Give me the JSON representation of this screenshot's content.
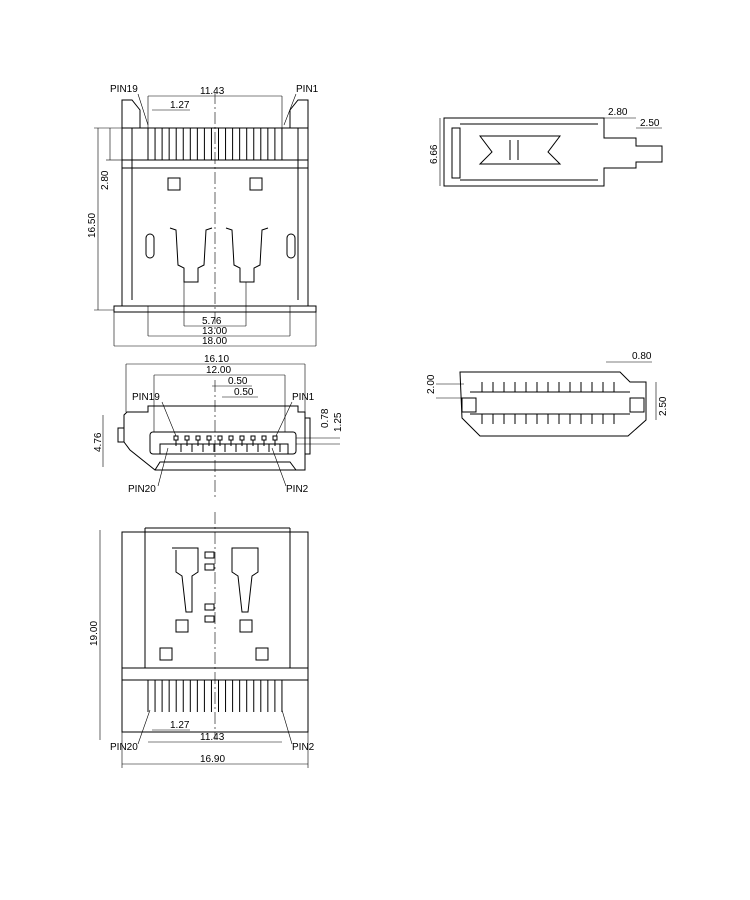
{
  "top_view": {
    "pin_left": "PIN19",
    "pin_right": "PIN1",
    "dim_pin_span": "11.43",
    "dim_pitch": "1.27",
    "dim_height_total": "16.50",
    "dim_pin_zone": "2.80",
    "dim_inner": "5.76",
    "dim_mid": "13.00",
    "dim_overall": "18.00"
  },
  "front_view": {
    "pin_top_left": "PIN19",
    "pin_top_right": "PIN1",
    "pin_bottom_left": "PIN20",
    "pin_bottom_right": "PIN2",
    "dim_width": "16.10",
    "dim_opening": "12.00",
    "dim_pin_width": "0.50",
    "dim_pin_gap": "0.50",
    "dim_height": "4.76",
    "dim_offset_a": "0.78",
    "dim_offset_b": "1.25"
  },
  "bottom_view": {
    "pin_left": "PIN20",
    "pin_right": "PIN2",
    "dim_length": "19.00",
    "dim_pitch": "1.27",
    "dim_pin_span": "11.43",
    "dim_width": "16.90"
  },
  "side_view": {
    "dim_height": "6.66",
    "dim_tail": "2.80",
    "dim_tail_h": "2.50"
  },
  "rear_view": {
    "dim_height": "2.00",
    "dim_step": "0.80",
    "dim_side": "2.50"
  }
}
